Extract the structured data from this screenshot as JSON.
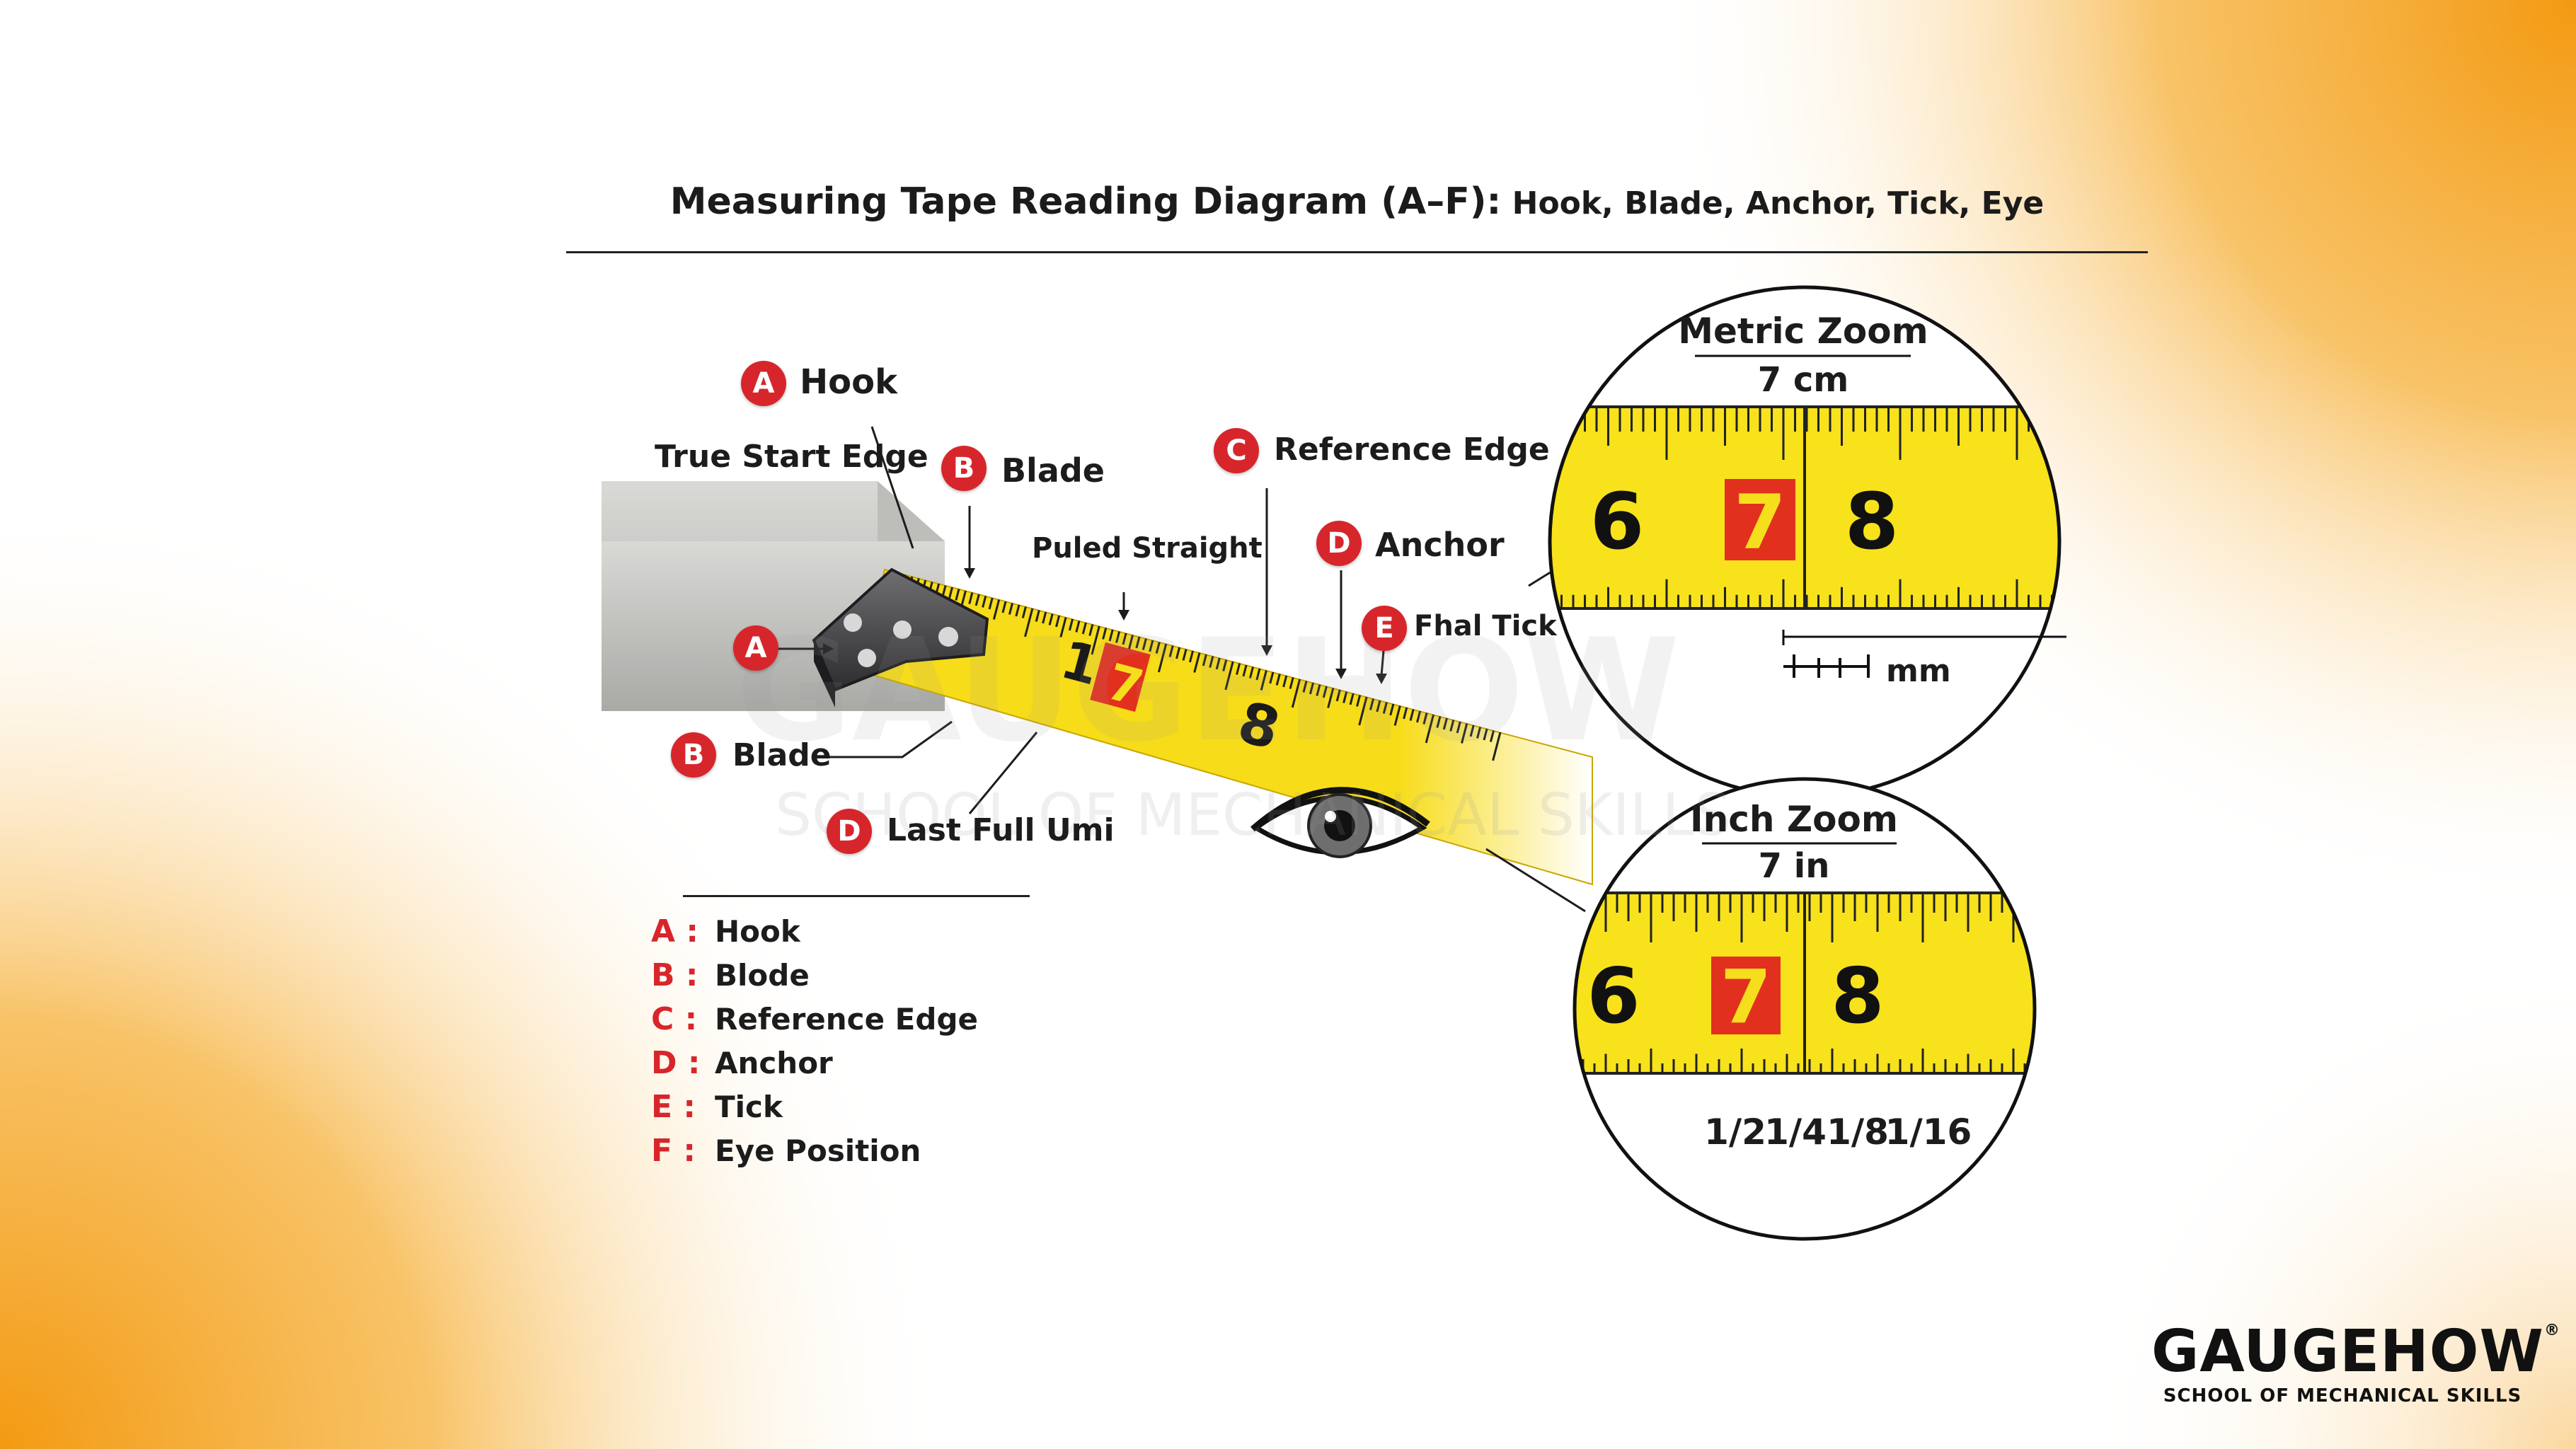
{
  "colors": {
    "accent_red": "#d7262b",
    "tape_yellow": "#f5df1c",
    "background_orange": "#f5a21f"
  },
  "title": {
    "main": "Measuring Tape Reading Diagram (A–F):",
    "sub": " Hook, Blade, Anchor, Tick, Eye"
  },
  "callouts": {
    "hook_top": {
      "letter": "A",
      "label": "Hook"
    },
    "true_start_edge": "True Start Edge",
    "blade_top": {
      "letter": "B",
      "label": "Blade"
    },
    "pulled_straight": "Puled Straight",
    "reference_edge": {
      "letter": "C",
      "label": "Reference Edge"
    },
    "anchor": {
      "letter": "D",
      "label": "Anchor"
    },
    "final_tick": {
      "letter": "E",
      "label": "Fhal Tick"
    },
    "hook_side": {
      "letter": "A"
    },
    "blade_bottom": {
      "letter": "B",
      "label": "Blade"
    },
    "last_full_unit": {
      "letter": "D",
      "label": "Last Full Umi"
    }
  },
  "tape": {
    "numbers": [
      "1",
      "7",
      "8"
    ],
    "watermark": "GAUGEHOW",
    "watermark_sub": "SCHOOL OF MECHANICAL SKILLS",
    "icons": [
      "hook-icon",
      "eye-icon"
    ]
  },
  "metric_zoom": {
    "title": "Metric Zoom",
    "value": "7 cm",
    "numbers": [
      "6",
      "7",
      "8"
    ],
    "unit": "mm"
  },
  "inch_zoom": {
    "title": "Inch Zoom",
    "value": "7 in",
    "numbers": [
      "6",
      "7",
      "8"
    ],
    "fractions": [
      "1/2",
      "1/4",
      "1/8",
      "1/16"
    ]
  },
  "legend": [
    {
      "key": "A :",
      "value": "Hook"
    },
    {
      "key": "B :",
      "value": "Blode"
    },
    {
      "key": "C :",
      "value": "Reference Edge"
    },
    {
      "key": "D :",
      "value": "Anchor"
    },
    {
      "key": "E :",
      "value": "Tick"
    },
    {
      "key": "F :",
      "value": "Eye Position"
    }
  ],
  "logo": {
    "name": "GAUGEHOW",
    "reg": "®",
    "tagline": "SCHOOL OF MECHANICAL SKILLS"
  }
}
